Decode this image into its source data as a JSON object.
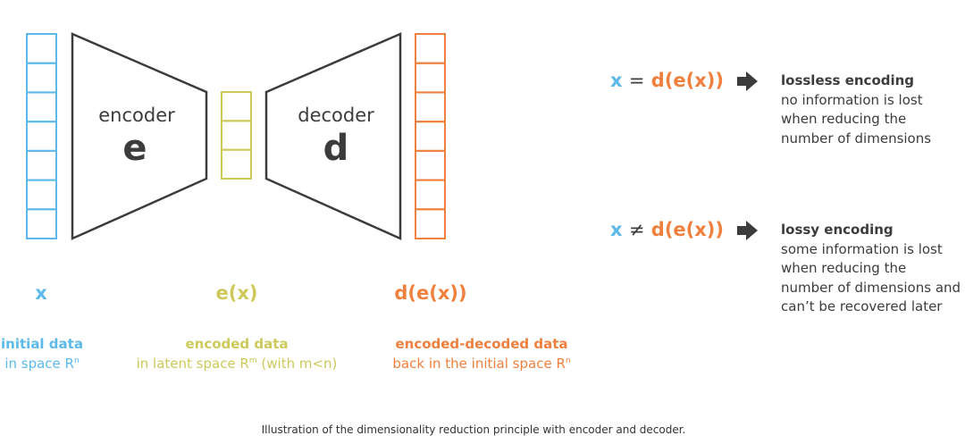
{
  "colors": {
    "input": "#5cb9e9",
    "latent": "#cdc95a",
    "output": "#f0803e",
    "shape": "#3c3c3c"
  },
  "encoder": {
    "label": "encoder",
    "symbol": "e"
  },
  "decoder": {
    "label": "decoder",
    "symbol": "d"
  },
  "columns": {
    "input_cells": 7,
    "latent_cells": 3,
    "output_cells": 7
  },
  "labels": {
    "x": {
      "symbol": "x",
      "title": "initial data",
      "subtitle": "in space R",
      "sup": "n"
    },
    "ex": {
      "symbol": "e(x)",
      "title": "encoded data",
      "subtitle": "in latent space R",
      "sup": "m",
      "subtitle_tail": " (with m<n)"
    },
    "dex": {
      "symbol": "d(e(x))",
      "title": "encoded-decoded data",
      "subtitle": "back in the initial space R",
      "sup": "n"
    }
  },
  "lossless": {
    "lhs": "x",
    "op": "=",
    "rhs": "d(e(x))",
    "arrow_icon": "right-arrow-icon",
    "title": "lossless encoding",
    "lines": [
      "no information is lost",
      "when reducing the",
      "number of dimensions"
    ]
  },
  "lossy": {
    "lhs": "x",
    "op": "≠",
    "rhs": "d(e(x))",
    "arrow_icon": "right-arrow-icon",
    "title": "lossy encoding",
    "lines": [
      "some information is lost",
      "when reducing the",
      "number of dimensions and",
      "can’t be recovered later"
    ]
  },
  "caption": "Illustration of the dimensionality reduction principle with encoder and decoder."
}
